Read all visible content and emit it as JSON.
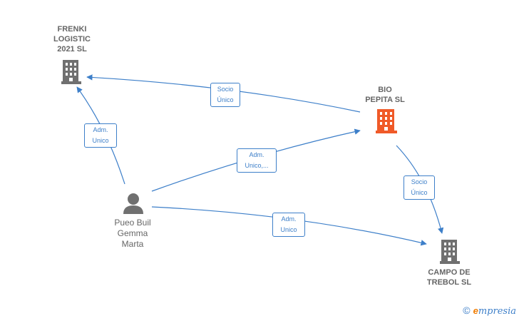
{
  "nodes": {
    "frenki": {
      "label": "FRENKI\nLOGISTIC\n2021  SL",
      "icon": "building-icon",
      "color": "#707070"
    },
    "bio": {
      "label": "BIO\nPEPITA  SL",
      "icon": "building-icon",
      "color": "#f05a28"
    },
    "campo": {
      "label": "CAMPO DE\nTREBOL  SL",
      "icon": "building-icon",
      "color": "#707070"
    },
    "person": {
      "label": "Pueo Buil\nGemma\nMarta",
      "icon": "person-icon",
      "color": "#707070"
    }
  },
  "edges": {
    "bio_frenki": "Socio\nÚnico",
    "person_frenki": "Adm.\nUnico",
    "person_bio": "Adm.\nUnico,...",
    "bio_campo": "Socio\nÚnico",
    "person_campo": "Adm.\nUnico"
  },
  "colors": {
    "edge": "#3d7fc9"
  },
  "brand": {
    "copyright": "©",
    "first_letter": "e",
    "rest": "mpresia"
  }
}
